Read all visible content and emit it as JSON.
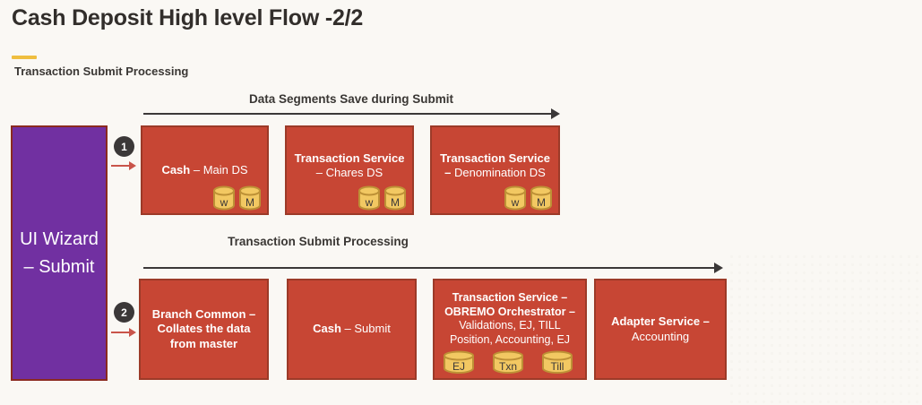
{
  "page": {
    "title": "Cash Deposit High level Flow -2/2",
    "section_label": "Transaction Submit Processing"
  },
  "ui_wizard_box": {
    "label": "UI Wizard – Submit"
  },
  "top_flow": {
    "arrow_label": "Data Segments Save during Submit",
    "step_number": "1",
    "boxes": [
      {
        "bold": "Cash",
        "regular": " – Main DS",
        "cylinders": [
          "w",
          "M"
        ]
      },
      {
        "bold": "Transaction Service",
        "regular": " – Chares DS",
        "cylinders": [
          "w",
          "M"
        ]
      },
      {
        "bold": "Transaction Service –",
        "regular": " Denomination  DS",
        "cylinders": [
          "w",
          "M"
        ]
      }
    ]
  },
  "bottom_flow": {
    "arrow_label": "Transaction Submit Processing",
    "step_number": "2",
    "boxes": [
      {
        "bold": "Branch Common – Collates the data from master",
        "regular": ""
      },
      {
        "bold": "Cash",
        "regular": " – Submit"
      },
      {
        "bold": "Transaction Service – OBREMO Orchestrator –",
        "regular": "Validations, EJ, TILL Position, Accounting, EJ",
        "cylinders": [
          "EJ",
          "Txn",
          "Till"
        ]
      },
      {
        "bold": "Adapter  Service –",
        "regular": "Accounting"
      }
    ]
  },
  "colors": {
    "background": "#FAF8F4",
    "box_red": "#C74634",
    "box_red_border": "#9C3A28",
    "purple": "#7130A1",
    "purple_border": "#8B2A20",
    "gold_accent": "#EFBE3F",
    "cylinder_fill": "#F2C862",
    "cylinder_stroke": "#BD9136",
    "step_circle": "#3B3838",
    "arrow_dark": "#3B3838",
    "arrow_red": "#C9544A",
    "text_dark": "#322E2B",
    "text_white": "#FFFFFF"
  }
}
